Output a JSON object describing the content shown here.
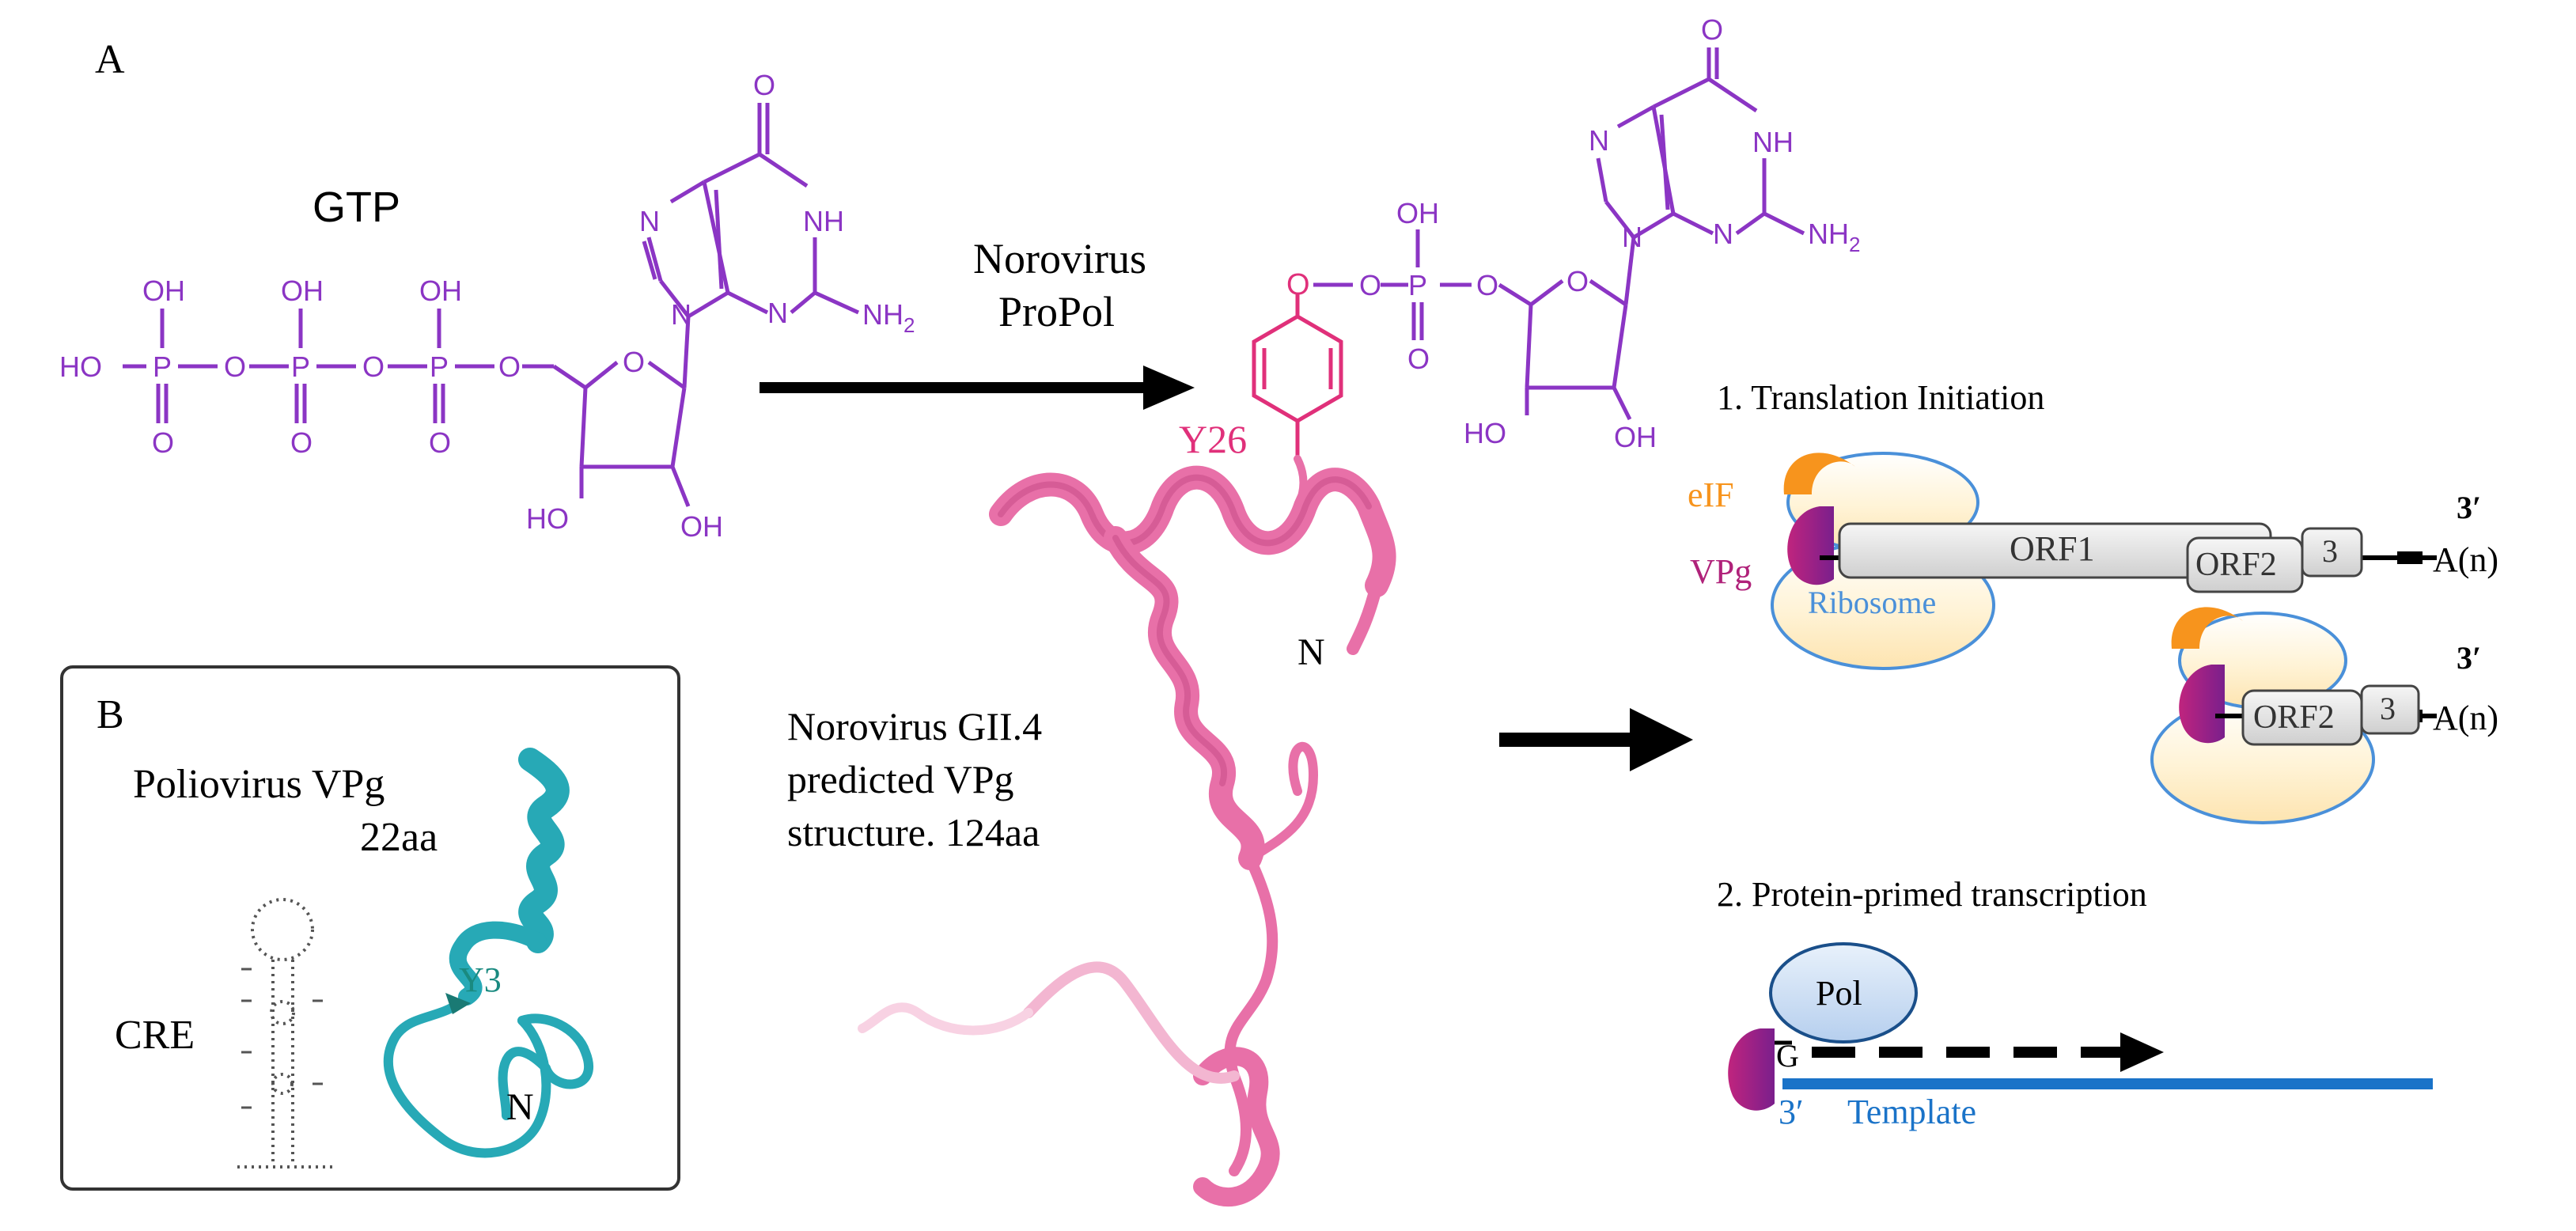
{
  "panel_a": {
    "letter": "A",
    "gtp_title": "GTP",
    "reaction_label_line1": "Norovirus",
    "reaction_label_line2": "ProPol",
    "tyrosine_label": "Y26",
    "n_terminus": "N",
    "structure_caption_line1": "Norovirus GII.4",
    "structure_caption_line2": "predicted VPg",
    "structure_caption_line3": "structure. 124aa"
  },
  "chem_labels": {
    "oh": "OH",
    "ho": "HO",
    "o": "O",
    "p": "P",
    "n": "N",
    "nh": "NH",
    "nh2_main": "NH",
    "nh2_sub": "2"
  },
  "panel_b": {
    "letter": "B",
    "title_line1": "Poliovirus VPg",
    "title_line2": "22aa",
    "cre_label": "CRE",
    "tyrosine_label": "Y3",
    "n_terminus": "N"
  },
  "translation": {
    "heading": "1. Translation Initiation",
    "eif_label": "eIF",
    "vpg_label": "VPg",
    "ribosome_label": "Ribosome",
    "orf1_label": "ORF1",
    "orf2_label": "ORF2",
    "orf3_label": "3",
    "three_prime": "3′",
    "polya": "A(n)"
  },
  "transcription": {
    "heading": "2. Protein-primed transcription",
    "pol_label": "Pol",
    "g_label": "G",
    "three_prime": "3′",
    "template_label": "Template"
  },
  "colors": {
    "gtp_purple": "#8b35c4",
    "tyrosine_pink": "#e0307a",
    "vpg_ribbon_pink": "#e870a8",
    "polio_teal": "#27a9b6",
    "eif_orange": "#f7941d",
    "vpg_magenta": "#b0227a",
    "ribosome_blue": "#4a90d9",
    "template_blue": "#1a73c8",
    "box_grey": "#dcdcdc"
  }
}
